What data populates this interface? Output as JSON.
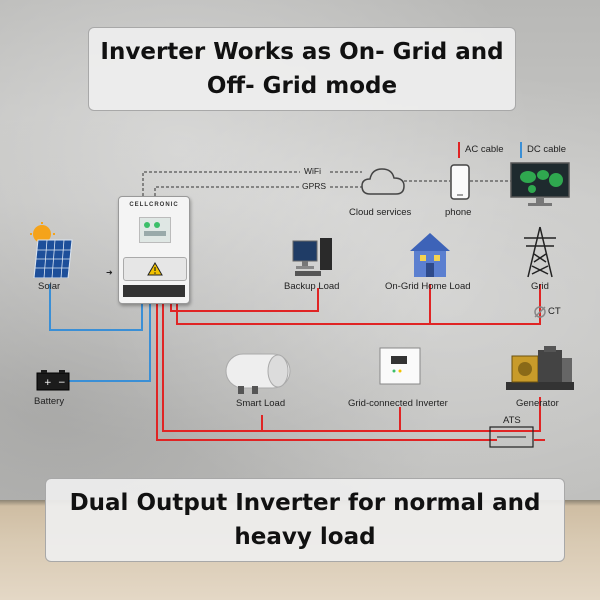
{
  "title": {
    "line1": "Inverter Works as On- Grid and",
    "line2": "Off- Grid mode"
  },
  "footer": {
    "line1": "Dual Output Inverter for normal and",
    "line2": "heavy load"
  },
  "legend": {
    "ac_label": "AC cable",
    "dc_label": "DC cable",
    "ac_color": "#e02424",
    "dc_color": "#3a8fd6"
  },
  "links": {
    "wifi": "WiFi",
    "gprs": "GPRS"
  },
  "inverter": {
    "brand": "CELLCRONIC"
  },
  "nodes": {
    "cloud": "Cloud services",
    "phone": "phone",
    "solar": "Solar",
    "battery": "Battery",
    "backup_load": "Backup Load",
    "home_load": "On-Grid Home Load",
    "grid": "Grid",
    "ct": "CT",
    "smart_load": "Smart Load",
    "grid_inverter": "Grid-connected Inverter",
    "generator": "Generator",
    "ats": "ATS"
  }
}
